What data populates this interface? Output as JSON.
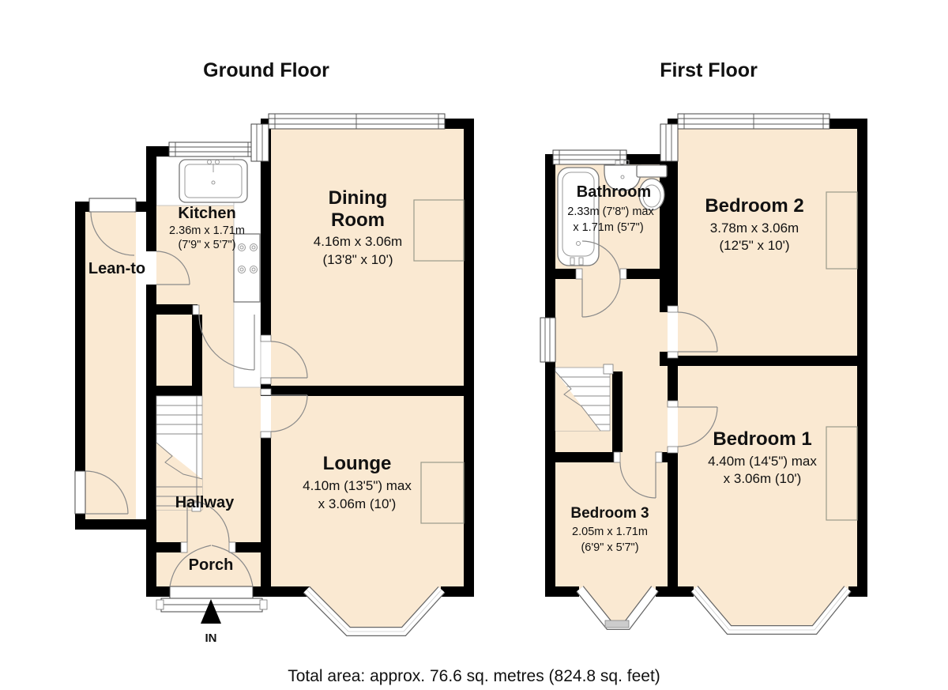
{
  "titles": {
    "ground": "Ground Floor",
    "first": "First Floor"
  },
  "footer": "Total area: approx. 76.6 sq. metres (824.8 sq. feet)",
  "colors": {
    "room_fill": "#FAE9D2",
    "wall": "#000000",
    "text": "#111111"
  },
  "ground_floor": {
    "rooms": {
      "dining": {
        "name_line1": "Dining",
        "name_line2": "Room",
        "dims_line1": "4.16m x 3.06m",
        "dims_line2": "(13'8\" x 10')"
      },
      "kitchen": {
        "name": "Kitchen",
        "dims_line1": "2.36m x 1.71m",
        "dims_line2": "(7'9\" x 5'7\")"
      },
      "lean_to": {
        "name": "Lean-to"
      },
      "lounge": {
        "name": "Lounge",
        "dims_line1": "4.10m (13'5\") max",
        "dims_line2": "x 3.06m (10')"
      },
      "hallway": {
        "name": "Hallway"
      },
      "porch": {
        "name": "Porch"
      },
      "entrance_label": "IN"
    }
  },
  "first_floor": {
    "rooms": {
      "bathroom": {
        "name": "Bathroom",
        "dims_line1": "2.33m (7'8\") max",
        "dims_line2": "x 1.71m (5'7\")"
      },
      "bedroom2": {
        "name": "Bedroom 2",
        "dims_line1": "3.78m x 3.06m",
        "dims_line2": "(12'5\" x 10')"
      },
      "bedroom1": {
        "name": "Bedroom 1",
        "dims_line1": "4.40m (14'5\") max",
        "dims_line2": "x 3.06m (10')"
      },
      "bedroom3": {
        "name": "Bedroom 3",
        "dims_line1": "2.05m x 1.71m",
        "dims_line2": "(6'9\" x 5'7\")"
      }
    }
  }
}
